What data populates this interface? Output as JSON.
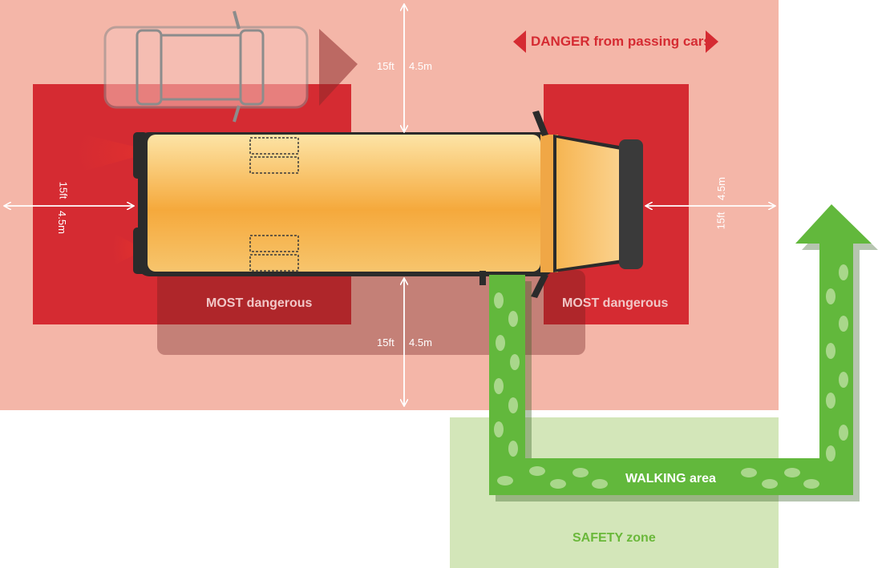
{
  "colors": {
    "danger_zone": "#f4b6a8",
    "most_dangerous": "#d52b32",
    "safety_zone": "#d3e6b9",
    "walk_path": "#62b83c",
    "bus_body": "#f5b24a"
  },
  "labels": {
    "danger_cars": "DANGER from passing cars",
    "most_dangerous_left": "MOST dangerous",
    "most_dangerous_right": "MOST dangerous",
    "walking_area": "WALKING area",
    "safety_zone": "SAFETY zone"
  },
  "distances": {
    "top": {
      "imperial": "15ft",
      "metric": "4.5m"
    },
    "bottom": {
      "imperial": "15ft",
      "metric": "4.5m"
    },
    "left": {
      "imperial": "15ft",
      "metric": "4.5m"
    },
    "right": {
      "imperial": "15ft",
      "metric": "4.5m"
    }
  },
  "icons": [
    "car-icon",
    "school-bus-icon",
    "walking-path-arrow-icon",
    "footprint-icon"
  ]
}
